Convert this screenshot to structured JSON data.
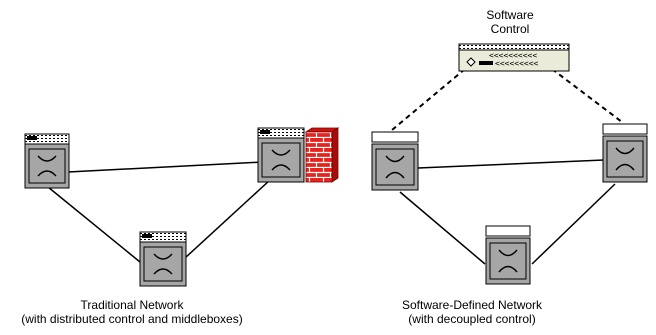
{
  "traditional": {
    "caption_line1": "Traditional Network",
    "caption_line2": "(with distributed control and middleboxes)"
  },
  "sdn": {
    "caption_line1": "Software-Defined Network",
    "caption_line2": "(with decoupled control)",
    "controller_line1": "Software",
    "controller_line2": "Control"
  },
  "colors": {
    "switch_fill": "#a6a6a6",
    "firewall": "#e8231e",
    "controller_fill": "#ebebd9"
  }
}
